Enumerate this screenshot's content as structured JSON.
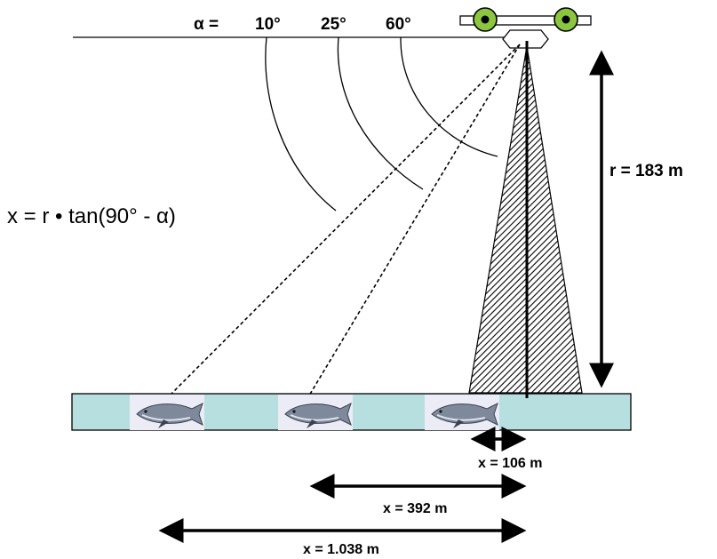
{
  "header": {
    "alpha_label": "α =",
    "angles": [
      "10°",
      "25°",
      "60°"
    ]
  },
  "range": {
    "label": "r = 183 m"
  },
  "formula": "x = r • tan(90° - α)",
  "distances": [
    "x = 106 m",
    "x = 392 m",
    "x = 1.038 m"
  ],
  "colors": {
    "water": "#b7dfe0",
    "float_green": "#8cc63f",
    "line": "#000000"
  },
  "icons": [
    "float-icon",
    "transducer-icon",
    "fish-icon"
  ]
}
